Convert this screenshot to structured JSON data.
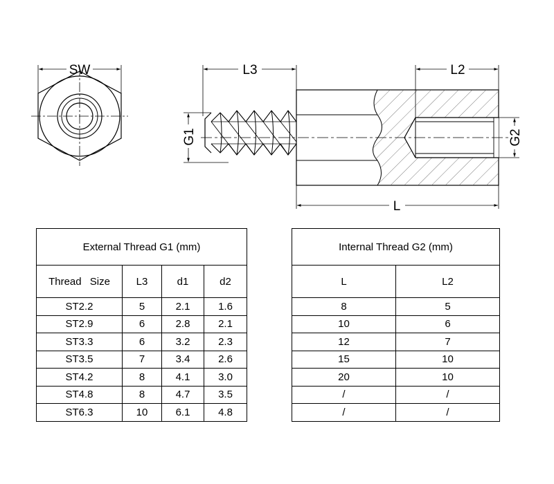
{
  "drawing": {
    "labels": {
      "sw": "SW",
      "l3": "L3",
      "l2": "L2",
      "l": "L",
      "g1": "G1",
      "g2": "G2"
    }
  },
  "external_table": {
    "title": "External Thread G1 (mm)",
    "columns": [
      "Thread   Size",
      "L3",
      "d1",
      "d2"
    ],
    "rows": [
      [
        "ST2.2",
        "5",
        "2.1",
        "1.6"
      ],
      [
        "ST2.9",
        "6",
        "2.8",
        "2.1"
      ],
      [
        "ST3.3",
        "6",
        "3.2",
        "2.3"
      ],
      [
        "ST3.5",
        "7",
        "3.4",
        "2.6"
      ],
      [
        "ST4.2",
        "8",
        "4.1",
        "3.0"
      ],
      [
        "ST4.8",
        "8",
        "4.7",
        "3.5"
      ],
      [
        "ST6.3",
        "10",
        "6.1",
        "4.8"
      ]
    ]
  },
  "internal_table": {
    "title": "Internal Thread G2 (mm)",
    "columns": [
      "L",
      "L2"
    ],
    "rows": [
      [
        "8",
        "5"
      ],
      [
        "10",
        "6"
      ],
      [
        "12",
        "7"
      ],
      [
        "15",
        "10"
      ],
      [
        "20",
        "10"
      ],
      [
        "/",
        "/"
      ],
      [
        "/",
        "/"
      ]
    ]
  }
}
